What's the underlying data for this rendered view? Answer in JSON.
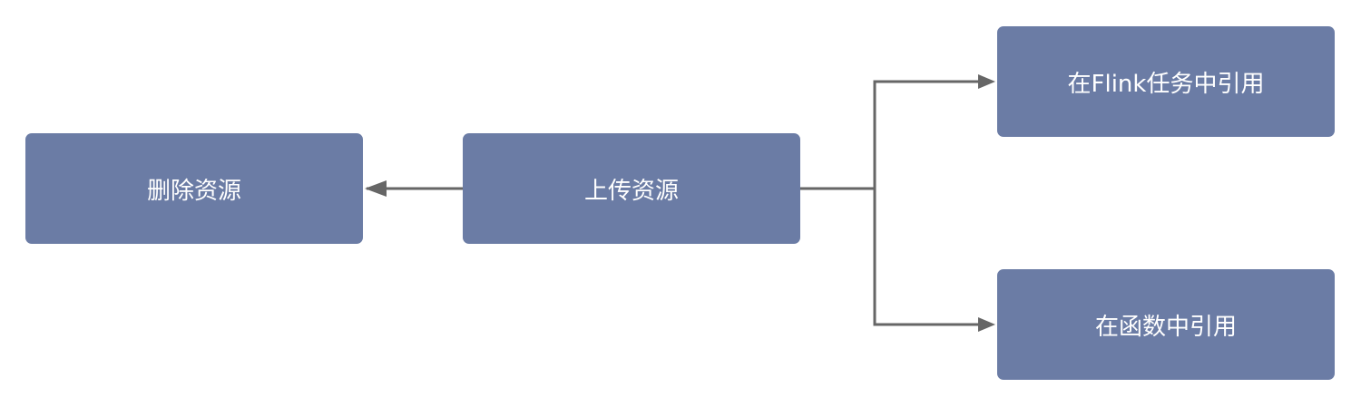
{
  "diagram": {
    "nodes": {
      "delete": "删除资源",
      "upload": "上传资源",
      "flink": "在Flink任务中引用",
      "function": "在函数中引用"
    },
    "edges": [
      {
        "from": "upload",
        "to": "delete"
      },
      {
        "from": "upload",
        "to": "flink"
      },
      {
        "from": "upload",
        "to": "function"
      }
    ],
    "colors": {
      "node": "#6b7ca5",
      "edge": "#666666",
      "text": "#ffffff"
    }
  }
}
